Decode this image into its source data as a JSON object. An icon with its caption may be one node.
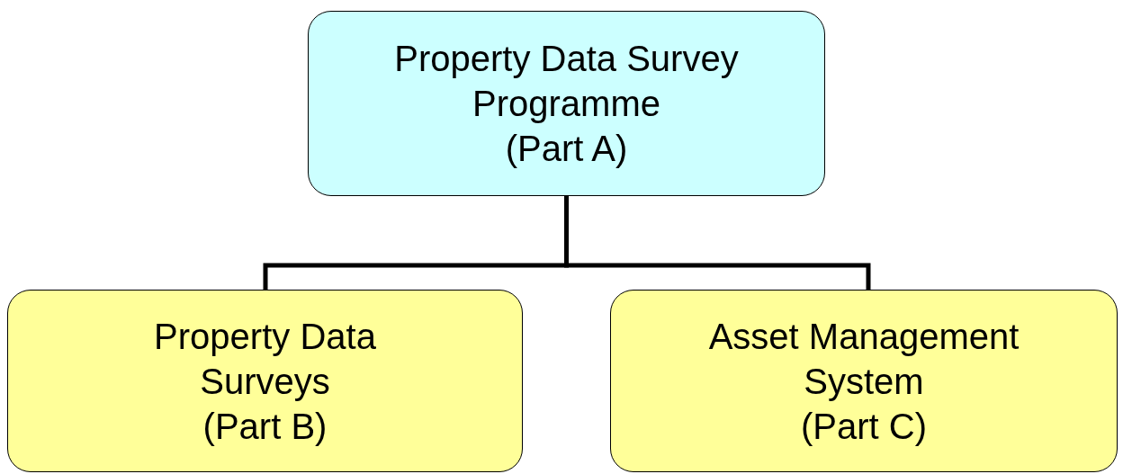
{
  "diagram": {
    "nodes": [
      {
        "text": [
          "Property Data Survey Programme",
          "(Part A)"
        ]
      },
      {
        "text": [
          "Property Data Surveys",
          "(Part B)"
        ]
      },
      {
        "text": [
          "Asset Management System",
          "(Part C)"
        ]
      }
    ],
    "edges": [
      {
        "from": 0,
        "to": 1,
        "arrow": "none"
      },
      {
        "from": 0,
        "to": 2,
        "arrow": "none"
      }
    ]
  }
}
